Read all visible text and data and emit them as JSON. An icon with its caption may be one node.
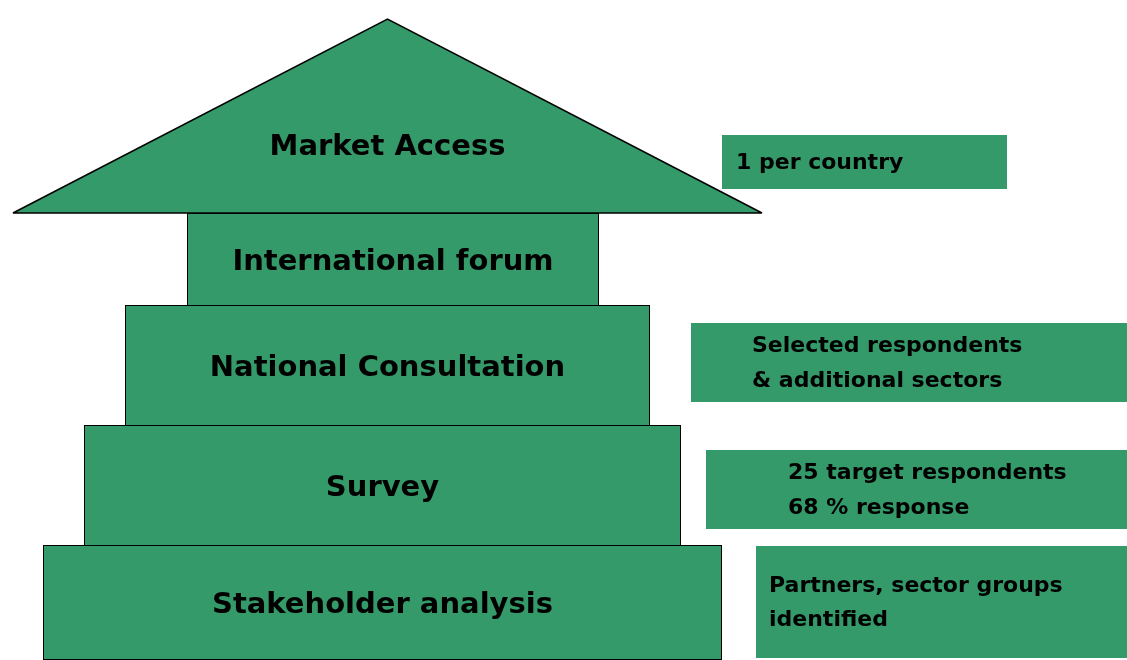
{
  "diagram": {
    "nodes": [
      {
        "text": [
          "Market Access"
        ]
      },
      {
        "text": [
          "1 per country"
        ]
      },
      {
        "text": [
          "International forum"
        ]
      },
      {
        "text": [
          "National Consultation"
        ]
      },
      {
        "text": [
          "Selected respondents & additional sectors"
        ]
      },
      {
        "text": [
          "Survey"
        ]
      },
      {
        "text": [
          "25 target respondents 68 % response"
        ]
      },
      {
        "text": [
          "Stakeholder analysis"
        ]
      },
      {
        "text": [
          "Partners, sector groups identified"
        ]
      }
    ]
  }
}
